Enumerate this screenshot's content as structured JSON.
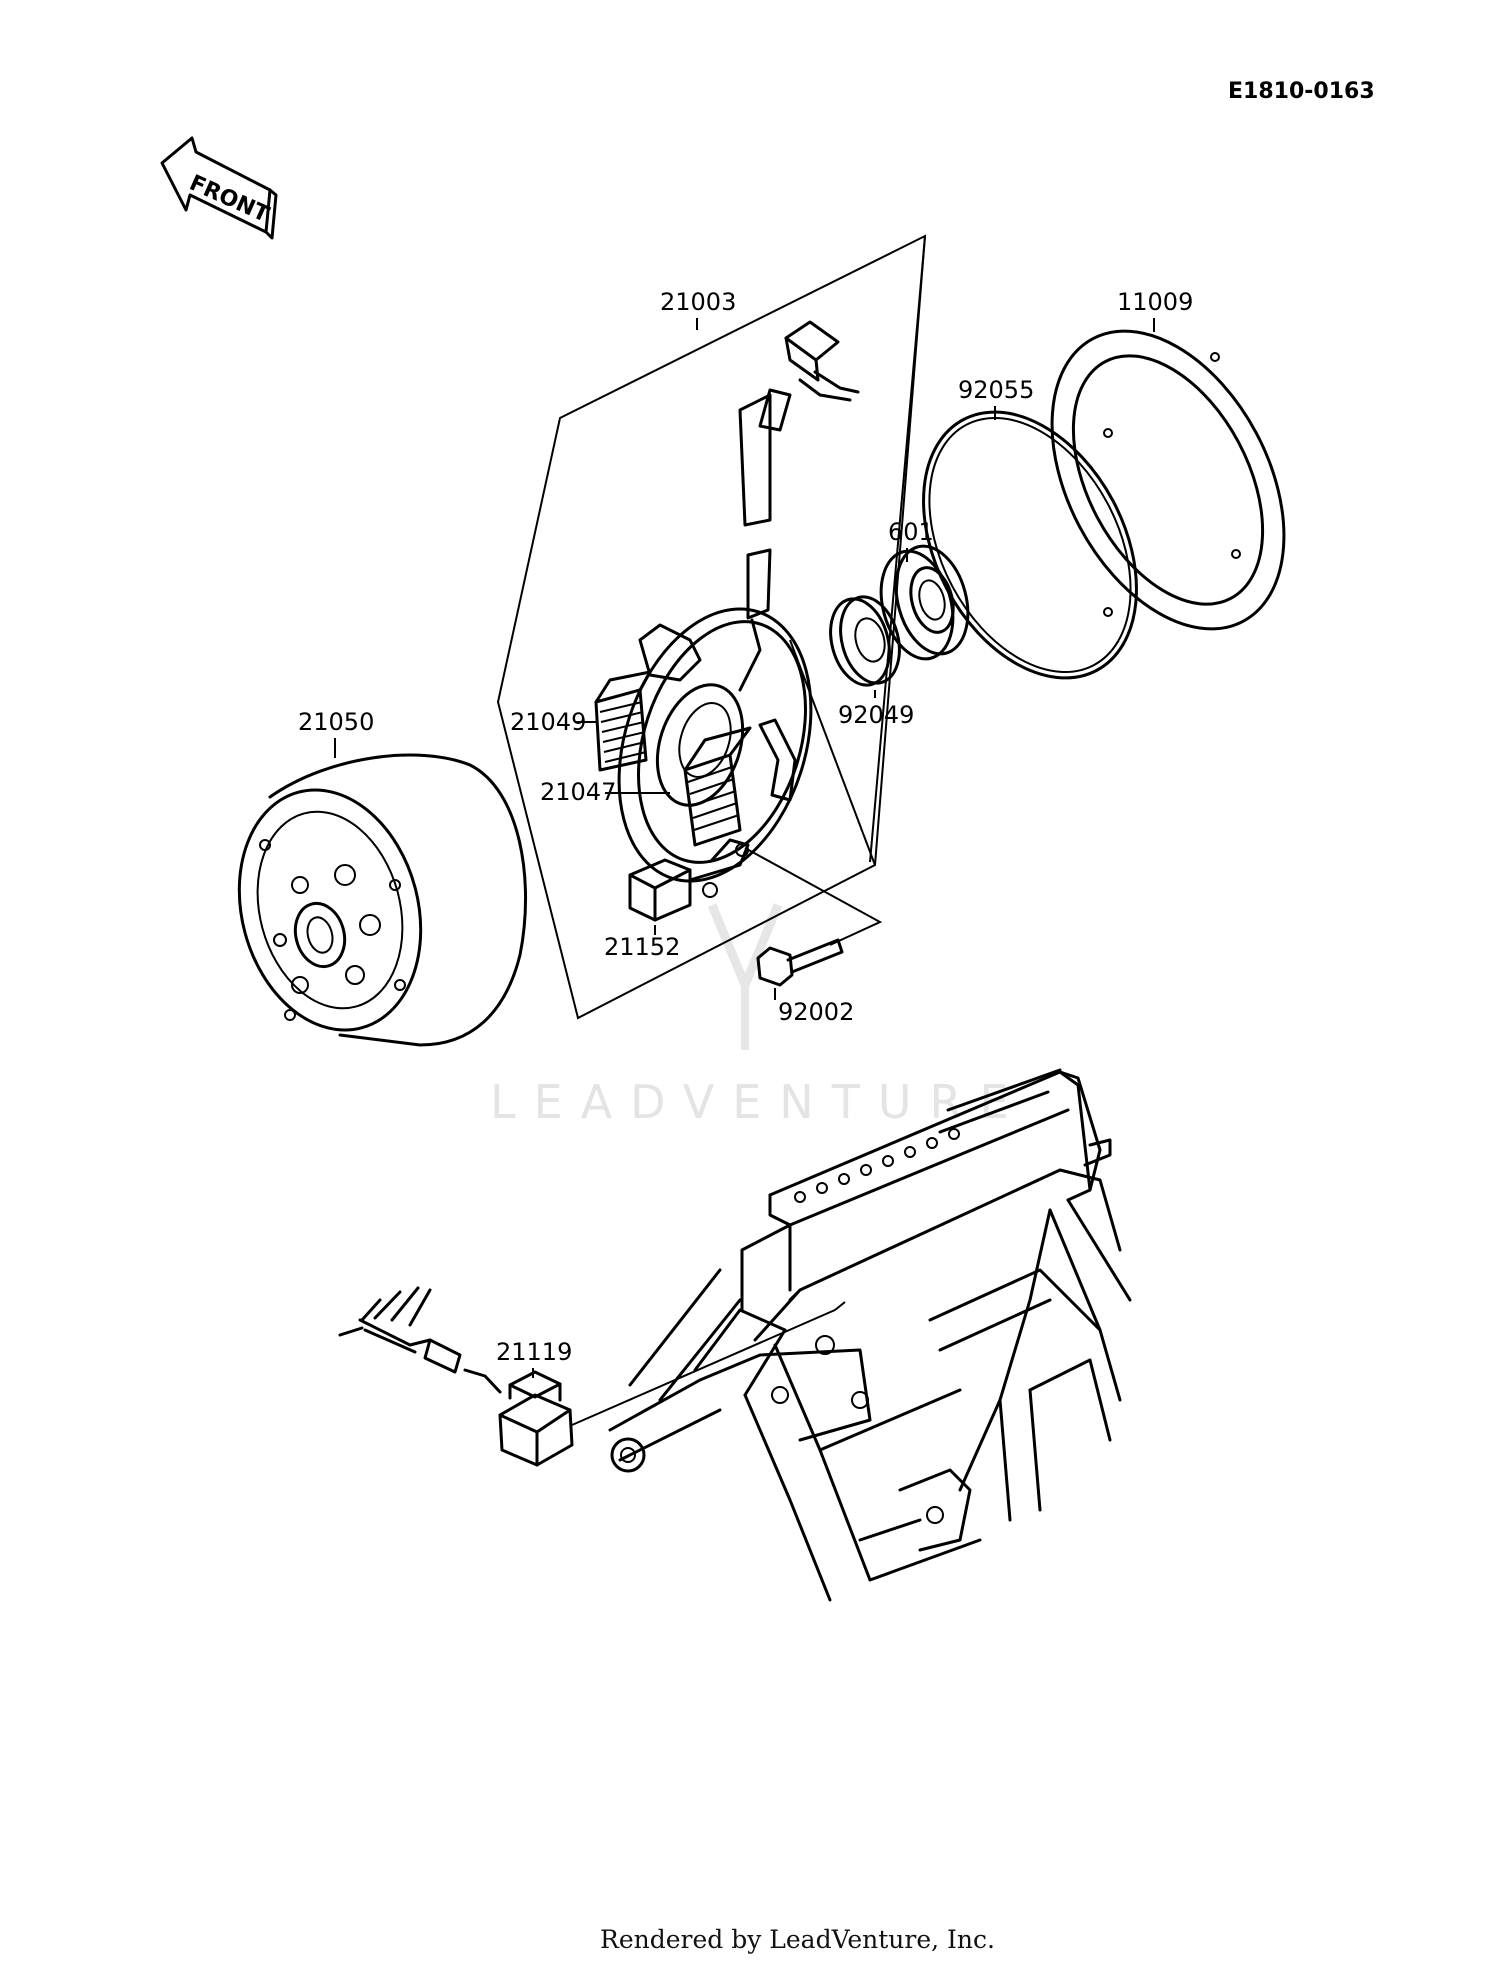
{
  "diagram": {
    "code": "E1810-0163",
    "direction_label": "FRONT",
    "watermark": "LEADVENTURE",
    "footer": "Rendered by LeadVenture, Inc.",
    "callouts": [
      {
        "id": "21003",
        "part": "stator-assembly"
      },
      {
        "id": "11009",
        "part": "gasket"
      },
      {
        "id": "92055",
        "part": "o-ring"
      },
      {
        "id": "601",
        "part": "ball-bearing"
      },
      {
        "id": "92049",
        "part": "oil-seal"
      },
      {
        "id": "21049",
        "part": "coil"
      },
      {
        "id": "21047",
        "part": "coil"
      },
      {
        "id": "21050",
        "part": "flywheel-rotor"
      },
      {
        "id": "21152",
        "part": "pulser-coil"
      },
      {
        "id": "92002",
        "part": "bolt"
      },
      {
        "id": "21119",
        "part": "cdi-unit"
      }
    ]
  }
}
